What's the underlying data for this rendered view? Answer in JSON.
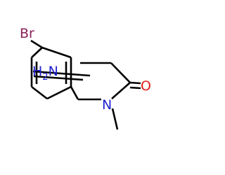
{
  "molecule": {
    "atom_labels": {
      "bromine": "Br",
      "amine": "H2N",
      "amine_element": "H",
      "amine_subscript": "2",
      "amine_nitrogen": "N",
      "oxygen": "O",
      "amide_nitrogen": "N"
    },
    "colors": {
      "bond": "#000000",
      "bromine": "#8b1f5a",
      "nitrogen": "#1f1fcf",
      "oxygen": "#e01b1b"
    }
  }
}
